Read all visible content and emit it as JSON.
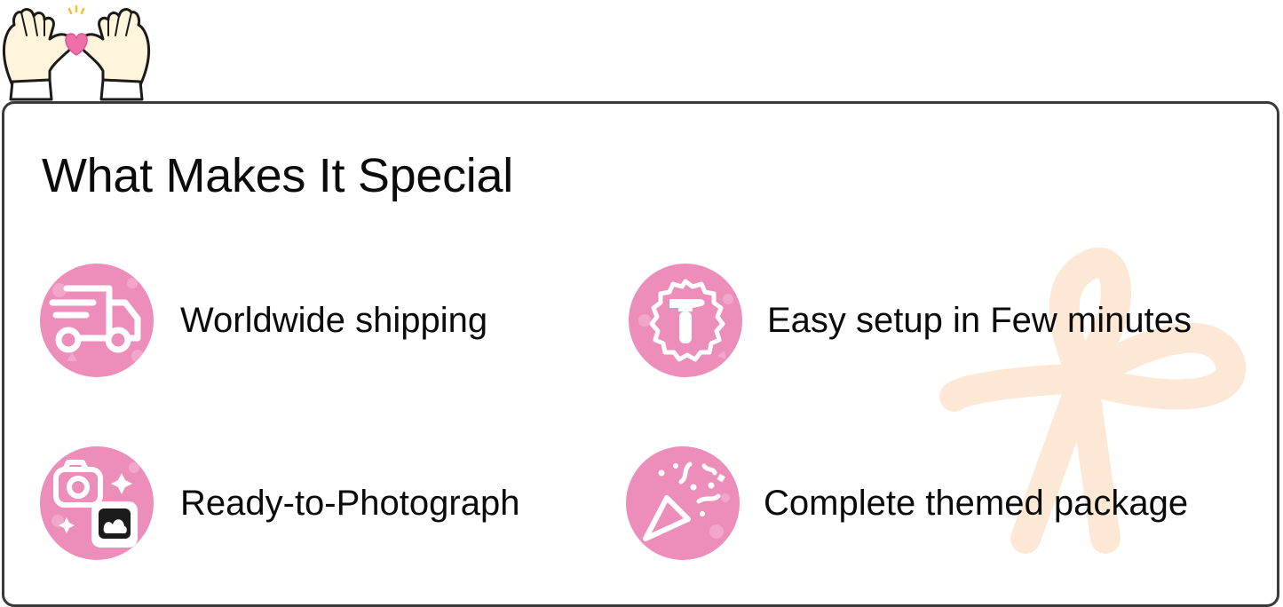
{
  "title": "What Makes It Special",
  "colors": {
    "badge": "#ec8dba",
    "badge_pattern": "#f4b2d1",
    "bow": "#fde6d2",
    "border": "#3a3a3a"
  },
  "features": [
    {
      "label": "Worldwide shipping",
      "icon": "delivery-truck-icon"
    },
    {
      "label": "Easy setup in Few minutes",
      "icon": "hammer-icon"
    },
    {
      "label": "Ready-to-Photograph",
      "icon": "photo-camera-icon"
    },
    {
      "label": "Complete themed package",
      "icon": "party-popper-icon"
    }
  ],
  "decorations": {
    "top_left": "heart-hands-icon",
    "background": "ribbon-bow-icon"
  }
}
